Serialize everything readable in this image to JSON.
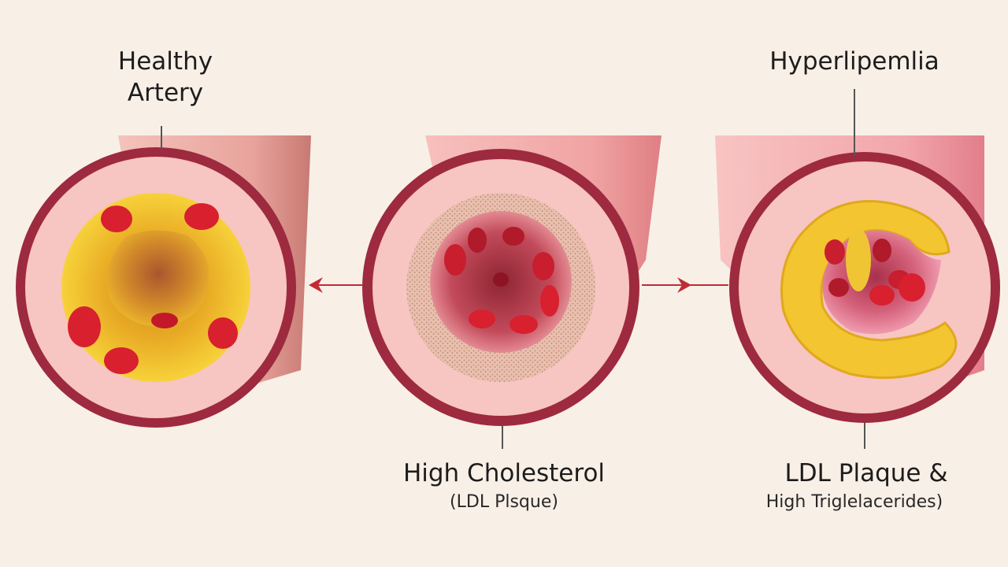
{
  "labels": {
    "healthy_line1": "Healthy",
    "healthy_line2": "Artery",
    "hyper": "Hyperlipemlia",
    "cholesterol": "High Cholesterol",
    "cholesterol_sub": "(LDL Plsque)",
    "ldl": "LDL Plaque &",
    "ldl_sub": "High Triglelacerides)"
  },
  "colors": {
    "background": "#f8f0e7",
    "vessel_outer": "#f2b9b0",
    "vessel_shade": "#d98c86",
    "wall_ring": "#9e2a3f",
    "intima": "#f7c5c2",
    "plaque_yellow": "#f2c531",
    "lumen_red": "#b8404f",
    "blood_cell": "#d8202f",
    "arrow": "#c22a35",
    "pointer_line": "#555"
  },
  "icons": [
    "arrow-left-icon",
    "arrow-right-icon"
  ]
}
